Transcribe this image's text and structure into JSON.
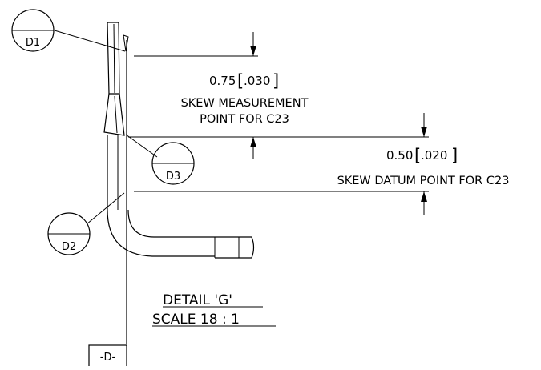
{
  "callouts": {
    "d1": "D1",
    "d2": "D2",
    "d3": "D3"
  },
  "dimension_upper": {
    "value": "0.75",
    "alt_value": ".030",
    "note_line1": "SKEW MEASUREMENT",
    "note_line2": "POINT FOR C23"
  },
  "dimension_lower": {
    "value": "0.50",
    "alt_value": ".020",
    "note_line1": "SKEW DATUM POINT FOR C23"
  },
  "detail": {
    "title": "DETAIL 'G'",
    "scale": "SCALE 18 : 1"
  },
  "datum_label": "-D-"
}
